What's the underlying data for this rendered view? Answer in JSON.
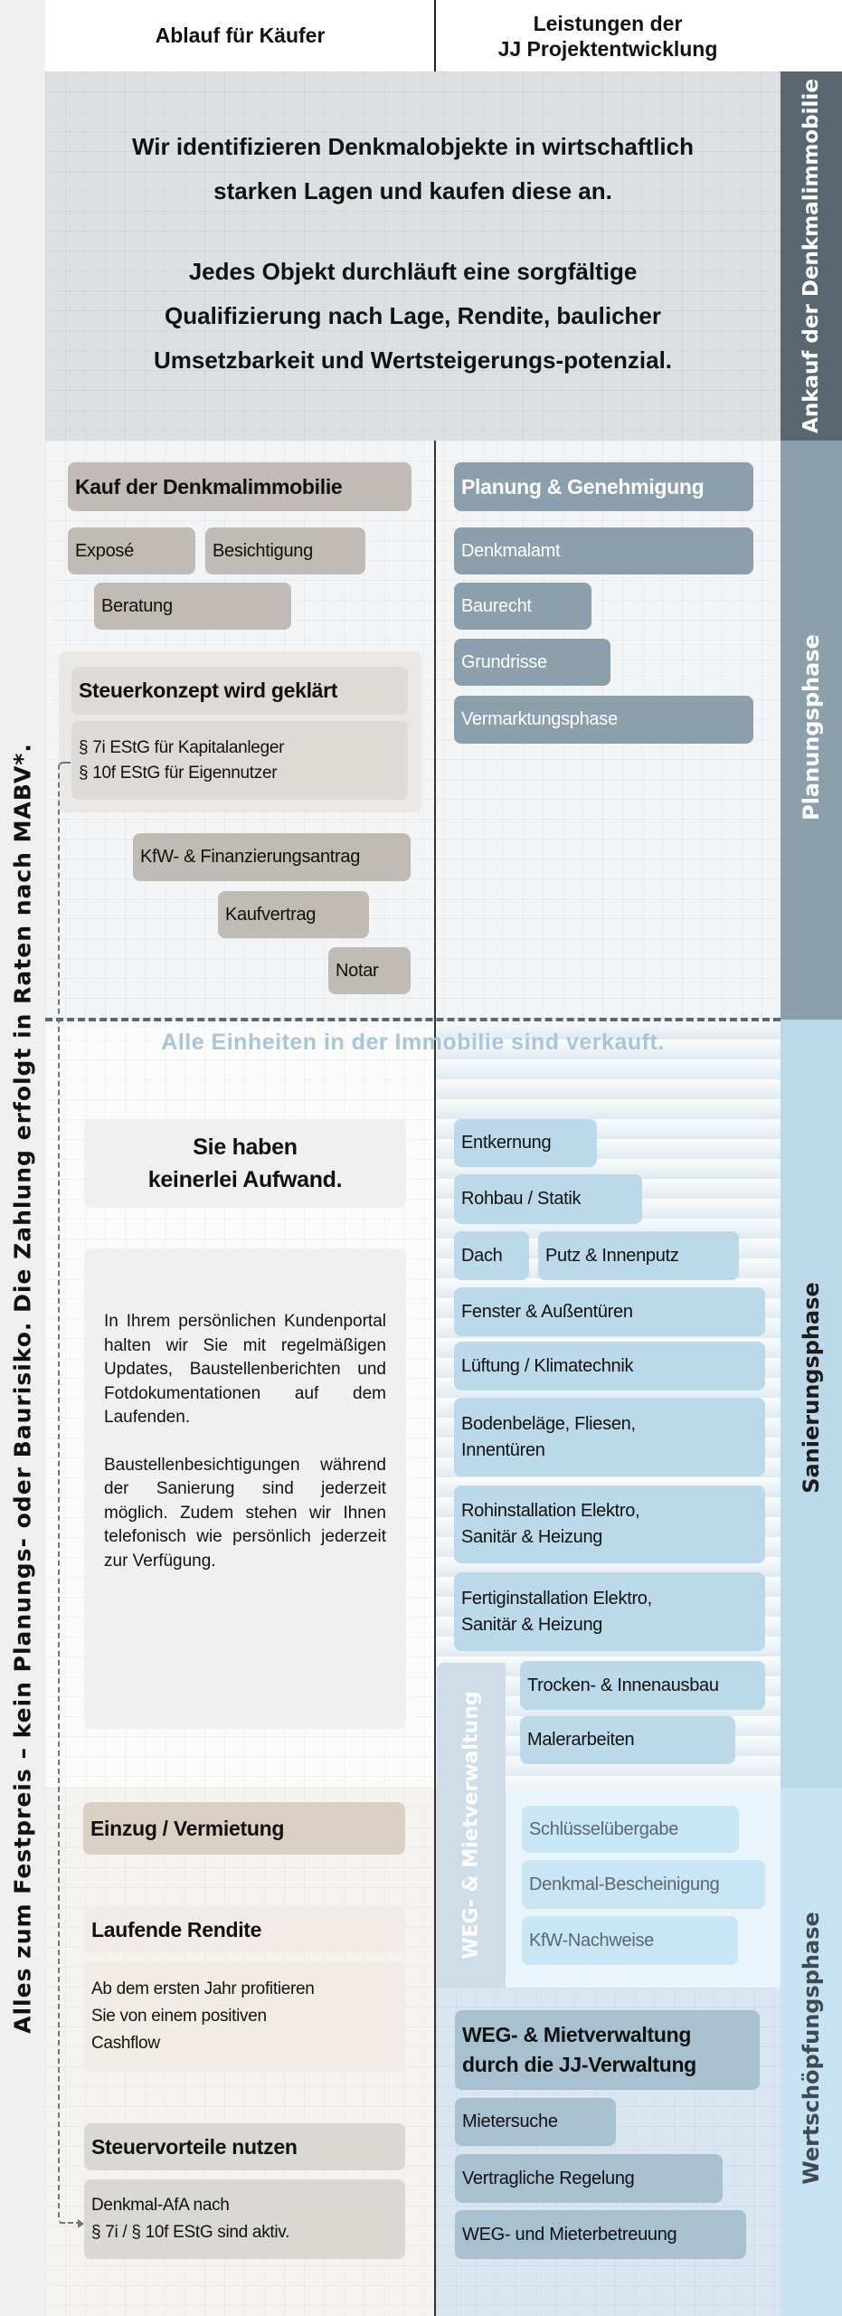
{
  "header": {
    "left": "Ablauf für Käufer",
    "right_line1": "Leistungen der",
    "right_line2": "JJ Projektentwicklung"
  },
  "side_note": "Alles zum Festpreis – kein Planungs- oder Baurisiko. Die Zahlung erfolgt in Raten nach MABV*.",
  "phases": {
    "ankauf": "Ankauf der Denkmalimmobilie",
    "planung": "Planungsphase",
    "sanierung": "Sanierungsphase",
    "wertschoepfung": "Wertschöpfungsphase"
  },
  "ankauf": {
    "p1_line1": "Wir identifizieren Denkmalobjekte in wirtschaftlich",
    "p1_line2": "starken Lagen und kaufen diese an.",
    "p2_line1": "Jedes Objekt durchläuft eine sorgfältige",
    "p2_line2": "Qualifizierung nach Lage, Rendite, baulicher",
    "p2_line3": "Umsetzbarkeit und Wertsteigerungs-potenzial."
  },
  "planung": {
    "left": {
      "title": "Kauf der Denkmalimmobilie",
      "expose": "Exposé",
      "besichtigung": "Besichtigung",
      "beratung": "Beratung",
      "steuer_title": "Steuerkonzept wird geklärt",
      "steuer_l1": "§ 7i EStG für Kapitalanleger",
      "steuer_l2": "§ 10f EStG für Eigennutzer",
      "kfw": "KfW- & Finanzierungsantrag",
      "kaufvertrag": "Kaufvertrag",
      "notar": "Notar"
    },
    "right": {
      "title": "Planung & Genehmigung",
      "items": [
        "Denkmalamt",
        "Baurecht",
        "Grundrisse",
        "Vermarktungsphase"
      ]
    }
  },
  "sold_note": "Alle Einheiten in der Immobilie sind verkauft.",
  "sanierung": {
    "left": {
      "title_l1": "Sie haben",
      "title_l2": "keinerlei Aufwand.",
      "text1": "In Ihrem persönlichen Kundenportal halten wir Sie mit regelmäßigen Updates, Baustellenberichten und Fotdokumentationen auf dem Laufenden.",
      "text2": "Baustellenbesichtigungen während der Sanierung sind jederzeit möglich. Zudem stehen wir Ihnen telefonisch wie persönlich jederzeit zur Verfügung."
    },
    "right": {
      "entkernung": "Entkernung",
      "rohbau": "Rohbau / Statik",
      "dach": "Dach",
      "putz": "Putz & Innenputz",
      "fenster": "Fenster & Außentüren",
      "lueftung": "Lüftung / Klimatechnik",
      "boden_l1": "Bodenbeläge, Fliesen,",
      "boden_l2": "Innentüren",
      "rohinst_l1": "Rohinstallation Elektro,",
      "rohinst_l2": "Sanitär & Heizung",
      "fertig_l1": "Fertiginstallation Elektro,",
      "fertig_l2": "Sanitär & Heizung",
      "trocken": "Trocken- & Innenausbau",
      "maler": "Malerarbeiten"
    }
  },
  "weg_band": "WEG- & Mietverwaltung",
  "wert": {
    "left": {
      "einzug": "Einzug / Vermietung",
      "rendite_title": "Laufende Rendite",
      "rendite_text": "Ab dem ersten Jahr profitieren Sie von einem positiven Cashflow",
      "steuer_title": "Steuervorteile nutzen",
      "steuer_l1": "Denkmal-AfA nach",
      "steuer_l2": "§ 7i / § 10f EStG sind aktiv."
    },
    "right": {
      "schluessel": "Schlüsselübergabe",
      "bescheinigung": "Denkmal-Bescheinigung",
      "kfw": "KfW-Nachweise",
      "weg_l1": "WEG- & Mietverwaltung",
      "weg_l2": "durch  die  JJ-Verwaltung",
      "mietersuche": "Mietersuche",
      "vertrag": "Vertragliche Regelung",
      "betreuung": "WEG- und Mieterbetreuung"
    }
  }
}
